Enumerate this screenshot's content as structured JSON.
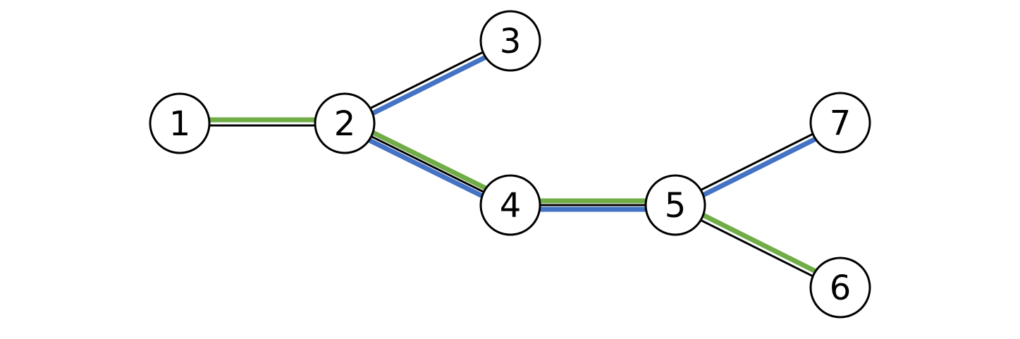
{
  "colors": {
    "node_fill": "#ffffff",
    "node_stroke": "#000000",
    "edge_base": "#000000",
    "green": "#70ad47",
    "blue": "#4472c4",
    "background": "#ffffff"
  },
  "nodes": [
    {
      "id": "1",
      "label": "1"
    },
    {
      "id": "2",
      "label": "2"
    },
    {
      "id": "3",
      "label": "3"
    },
    {
      "id": "4",
      "label": "4"
    },
    {
      "id": "5",
      "label": "5"
    },
    {
      "id": "6",
      "label": "6"
    },
    {
      "id": "7",
      "label": "7"
    }
  ],
  "edges": [
    {
      "from": "1",
      "to": "2",
      "paths": [
        "green"
      ]
    },
    {
      "from": "2",
      "to": "3",
      "paths": [
        "blue"
      ]
    },
    {
      "from": "2",
      "to": "4",
      "paths": [
        "green",
        "blue"
      ]
    },
    {
      "from": "4",
      "to": "5",
      "paths": [
        "green",
        "blue"
      ]
    },
    {
      "from": "5",
      "to": "7",
      "paths": [
        "blue"
      ]
    },
    {
      "from": "5",
      "to": "6",
      "paths": [
        "green"
      ]
    }
  ]
}
